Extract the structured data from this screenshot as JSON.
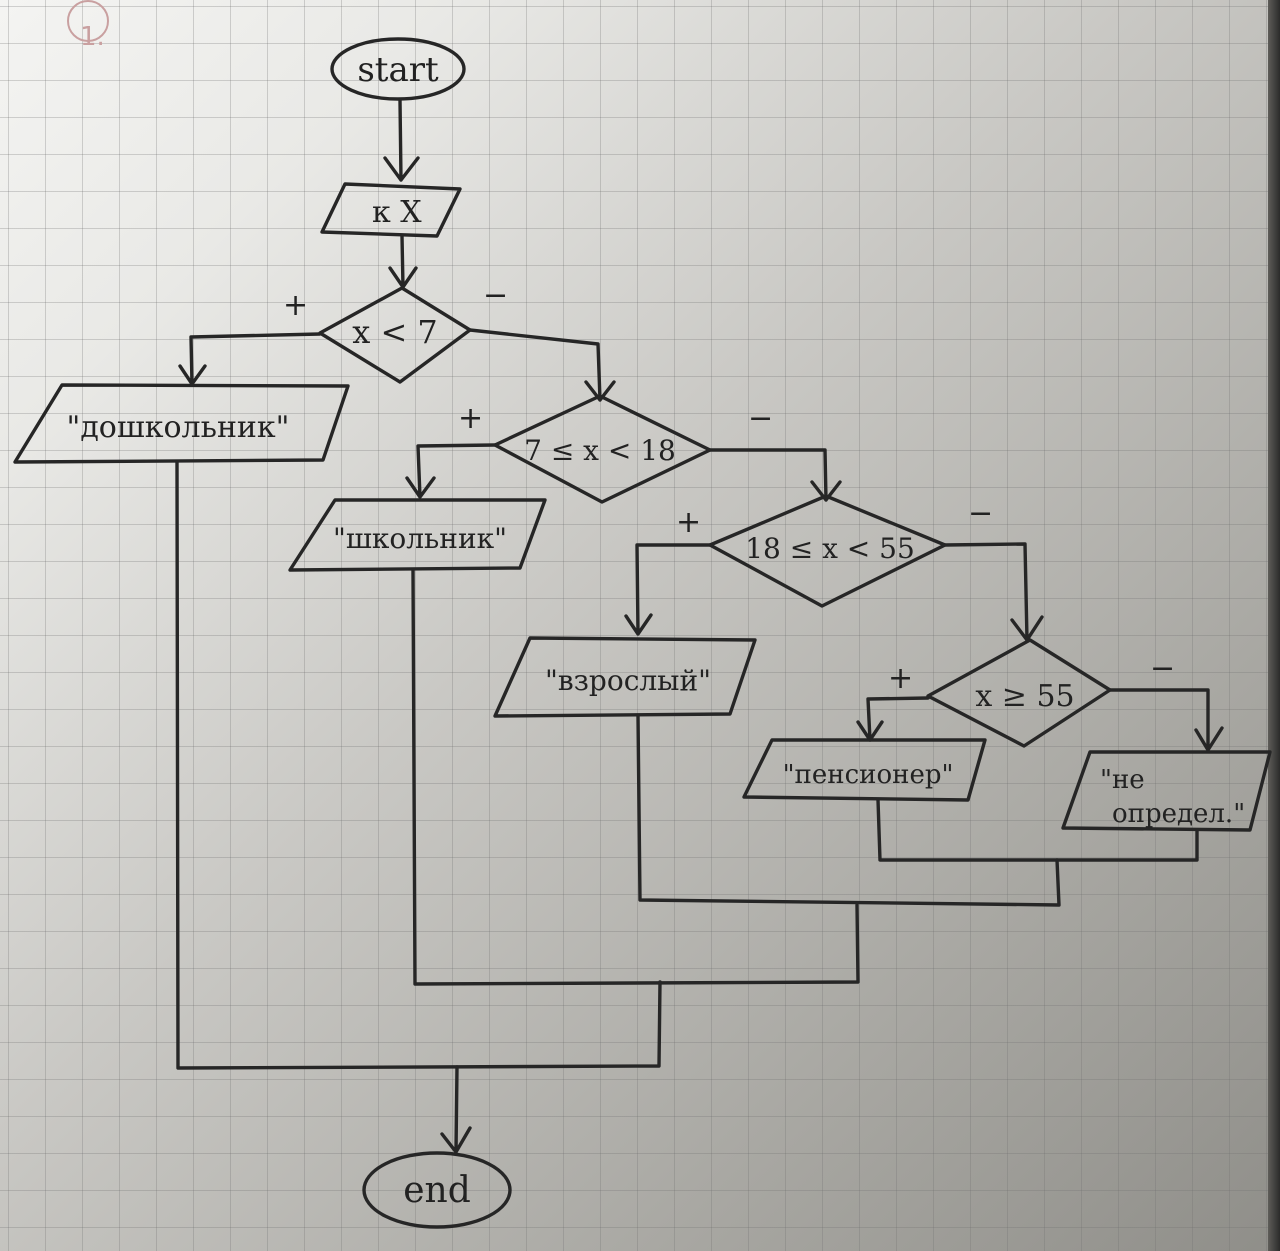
{
  "page_number_mark": "1.",
  "flowchart": {
    "start": "start",
    "input": "к X",
    "end": "end",
    "decisions": [
      {
        "condition": "x < 7",
        "yes": "+",
        "no": "−"
      },
      {
        "condition": "7 ≤ x < 18",
        "yes": "+",
        "no": "−"
      },
      {
        "condition": "18 ≤ x < 55",
        "yes": "+",
        "no": "−"
      },
      {
        "condition": "x ≥ 55",
        "yes": "+",
        "no": "−"
      }
    ],
    "outputs": [
      {
        "text": "\"дошкольник\""
      },
      {
        "text": "\"школьник\""
      },
      {
        "text": "\"взрослый\""
      },
      {
        "text": "\"пенсионер\""
      },
      {
        "line1": "\"не",
        "line2": "определ.\""
      }
    ]
  },
  "colors": {
    "ink": "#262626",
    "paper": "#d8d7d3",
    "margin_mark": "#c9a0a0"
  }
}
